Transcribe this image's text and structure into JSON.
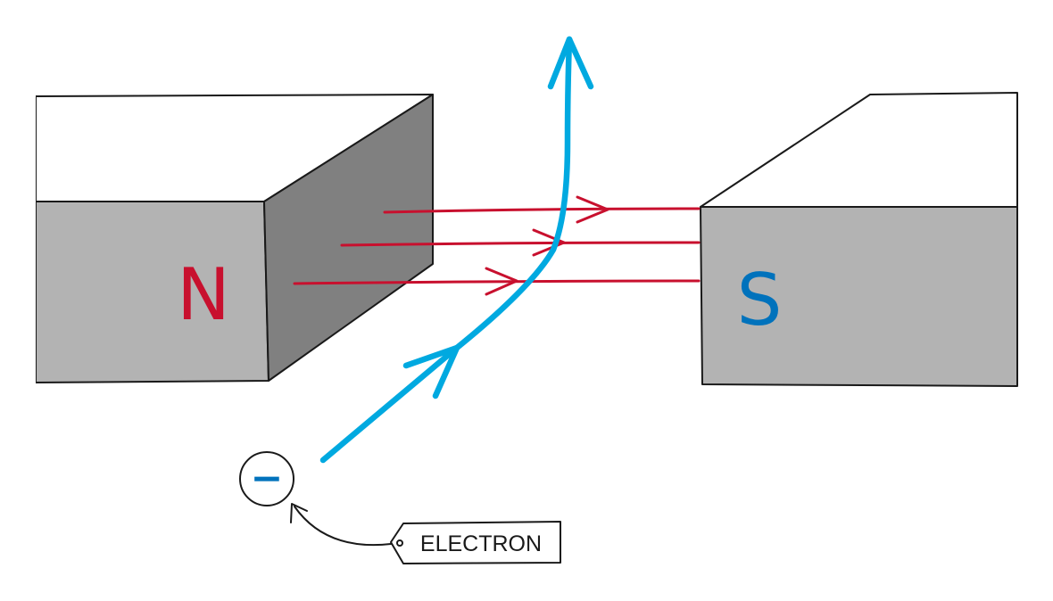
{
  "magnets": {
    "north": {
      "label": "N"
    },
    "south": {
      "label": "S"
    }
  },
  "electron": {
    "symbol": "−",
    "tag_label": "ELECTRON"
  },
  "colors": {
    "magnet_face": "#b3b3b3",
    "magnet_side": "#808080",
    "field_lines": "#c8102e",
    "electron_path": "#00a9e0",
    "north_label": "#c8102e",
    "south_label": "#0072bc",
    "electron_symbol": "#0072bc",
    "outline": "#1a1a1a"
  }
}
